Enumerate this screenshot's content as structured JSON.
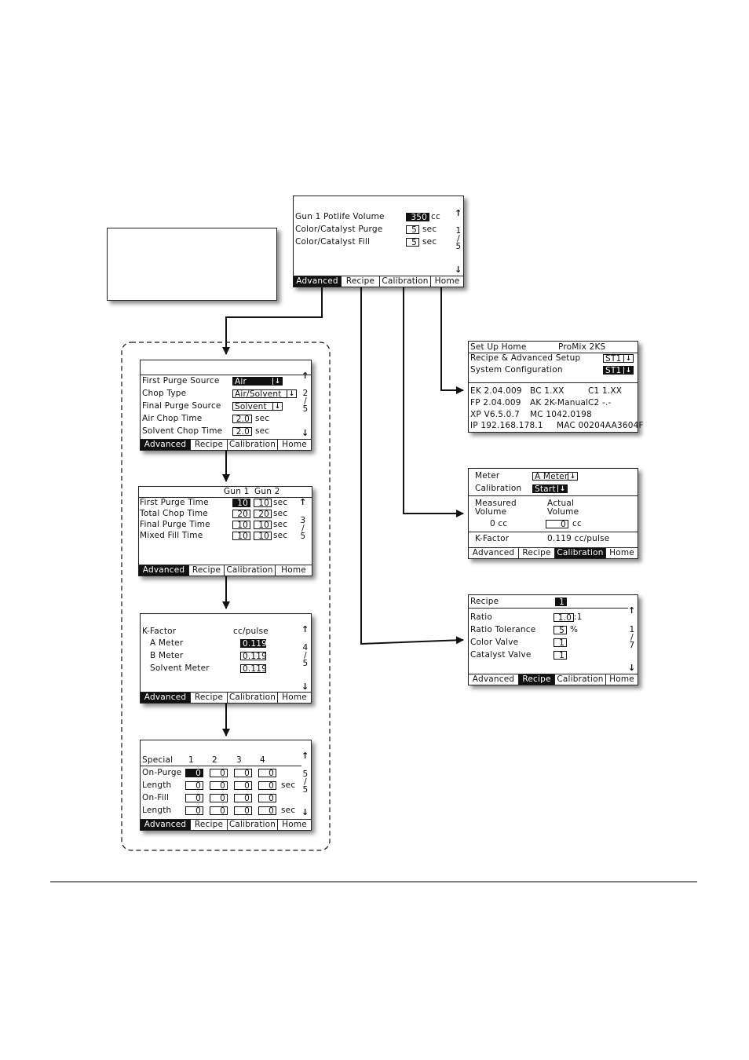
{
  "tabs": [
    "Advanced",
    "Recipe",
    "Calibration",
    "Home"
  ],
  "units": {
    "cc": "cc",
    "sec": "sec",
    "percent": "%",
    "ratio_suffix": ":1",
    "cc_pulse": "cc/pulse"
  },
  "arrows": {
    "up": "↑",
    "down": "↓",
    "slash": "/"
  },
  "screen1": {
    "rows": [
      {
        "label": "Gun 1 Potlife Volume",
        "value": "350",
        "unit": "cc"
      },
      {
        "label": "Color/Catalyst Purge",
        "value": "5",
        "unit": "sec"
      },
      {
        "label": "Color/Catalyst Fill",
        "value": "5",
        "unit": "sec"
      }
    ],
    "page": "1",
    "pages": "5"
  },
  "screen2": {
    "rows": [
      {
        "label": "First Purge Source",
        "value": "Air"
      },
      {
        "label": "Chop Type",
        "value": "Air/Solvent"
      },
      {
        "label": "Final Purge Source",
        "value": "Solvent"
      },
      {
        "label": "Air Chop Time",
        "value": "2.0",
        "unit": "sec"
      },
      {
        "label": "Solvent Chop Time",
        "value": "2.0",
        "unit": "sec"
      }
    ],
    "page": "2",
    "pages": "5"
  },
  "screen3": {
    "col1": "Gun 1",
    "col2": "Gun 2",
    "rows": [
      {
        "label": "First Purge Time",
        "v1": "10",
        "v2": "10",
        "unit": "sec"
      },
      {
        "label": "Total Chop Time",
        "v1": "20",
        "v2": "20",
        "unit": "sec"
      },
      {
        "label": "Final Purge Time",
        "v1": "10",
        "v2": "10",
        "unit": "sec"
      },
      {
        "label": "Mixed Fill Time",
        "v1": "10",
        "v2": "10",
        "unit": "sec"
      }
    ],
    "page": "3",
    "pages": "5"
  },
  "screen4": {
    "title": "K-Factor",
    "unit": "cc/pulse",
    "rows": [
      {
        "label": "A Meter",
        "value": "0.119"
      },
      {
        "label": "B Meter",
        "value": "0.119"
      },
      {
        "label": "Solvent Meter",
        "value": "0.119"
      }
    ],
    "page": "4",
    "pages": "5"
  },
  "screen5": {
    "title": "Special",
    "cols": [
      "1",
      "2",
      "3",
      "4"
    ],
    "rows": [
      {
        "label": "On-Purge",
        "values": [
          "0",
          "0",
          "0",
          "0"
        ],
        "unit": ""
      },
      {
        "label": "Length",
        "values": [
          "0",
          "0",
          "0",
          "0"
        ],
        "unit": "sec"
      },
      {
        "label": "On-Fill",
        "values": [
          "0",
          "0",
          "0",
          "0"
        ],
        "unit": ""
      },
      {
        "label": "Length",
        "values": [
          "0",
          "0",
          "0",
          "0"
        ],
        "unit": "sec"
      }
    ],
    "page": "5",
    "pages": "5"
  },
  "home": {
    "title": "Set Up Home",
    "model": "ProMix 2KS",
    "row1_label": "Recipe & Advanced Setup",
    "row1_value": "ST1",
    "row2_label": "System Configuration",
    "row2_value": "ST1",
    "info": [
      [
        "EK 2.04.009",
        "BC 1.XX",
        "C1 1.XX"
      ],
      [
        "FP 2.04.009",
        "AK 2K-Manual",
        "C2 -.-"
      ],
      [
        "XP V6.5.0.7",
        "MC 1042.0198",
        ""
      ],
      [
        "IP 192.168.178.1",
        "MAC 00204AA3604F",
        ""
      ]
    ]
  },
  "calibration": {
    "meter_label": "Meter",
    "meter_value": "A Meter",
    "cal_label": "Calibration",
    "cal_value": "Start",
    "measured_label": "Measured",
    "actual_label": "Actual",
    "volume_label": "Volume",
    "measured_value": "0 cc",
    "actual_value": "0",
    "actual_unit": "cc",
    "kfactor_label": "K-Factor",
    "kfactor_value": "0.119 cc/pulse"
  },
  "recipe": {
    "recipe_label": "Recipe",
    "recipe_value": "1",
    "rows": [
      {
        "label": "Ratio",
        "value": "1.0",
        "unit": ":1"
      },
      {
        "label": "Ratio Tolerance",
        "value": "5",
        "unit": "%"
      },
      {
        "label": "Color Valve",
        "value": "1",
        "unit": ""
      },
      {
        "label": "Catalyst Valve",
        "value": "1",
        "unit": ""
      }
    ],
    "page": "1",
    "pages": "7"
  }
}
